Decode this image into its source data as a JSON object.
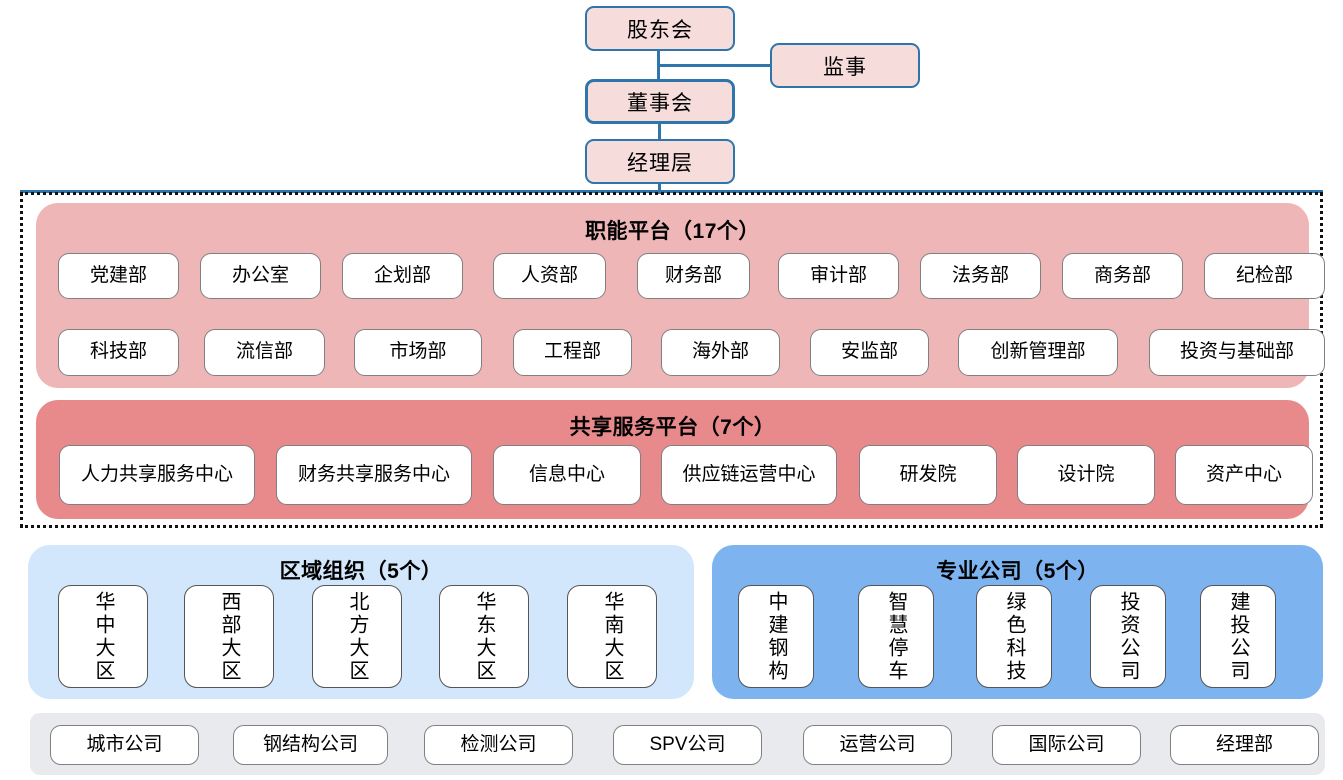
{
  "governance": {
    "nodes": [
      {
        "id": "shareholders",
        "label": "股东会"
      },
      {
        "id": "supervisor",
        "label": "监事"
      },
      {
        "id": "board",
        "label": "董事会"
      },
      {
        "id": "management",
        "label": "经理层"
      }
    ]
  },
  "functional_platform": {
    "title": "职能平台（17个）",
    "count": 17,
    "row1": [
      "党建部",
      "办公室",
      "企划部",
      "人资部",
      "财务部",
      "审计部",
      "法务部",
      "商务部",
      "纪检部"
    ],
    "row2": [
      "科技部",
      "流信部",
      "市场部",
      "工程部",
      "海外部",
      "安监部",
      "创新管理部",
      "投资与基础部"
    ]
  },
  "shared_service_platform": {
    "title": "共享服务平台（7个）",
    "count": 7,
    "items": [
      "人力共享服务中心",
      "财务共享服务中心",
      "信息中心",
      "供应链运营中心",
      "研发院",
      "设计院",
      "资产中心"
    ]
  },
  "regional_organization": {
    "title": "区域组织（5个）",
    "count": 5,
    "items": [
      "华中大区",
      "西部大区",
      "北方大区",
      "华东大区",
      "华南大区"
    ]
  },
  "professional_companies": {
    "title": "专业公司（5个）",
    "count": 5,
    "items": [
      "中建钢构",
      "智慧停车",
      "绿色科技",
      "投资公司",
      "建投公司"
    ]
  },
  "subsidiary_companies": {
    "items": [
      "城市公司",
      "钢结构公司",
      "检测公司",
      "SPV公司",
      "运营公司",
      "国际公司",
      "经理部"
    ]
  },
  "colors": {
    "governance_fill": "#f7dcdc",
    "governance_border": "#2e75ac",
    "functional_band": "#efb6b8",
    "shared_band": "#e8898c",
    "regional_band": "#d2e7fb",
    "professional_band": "#7db3ef",
    "subsidiary_band": "#e9eaee"
  }
}
